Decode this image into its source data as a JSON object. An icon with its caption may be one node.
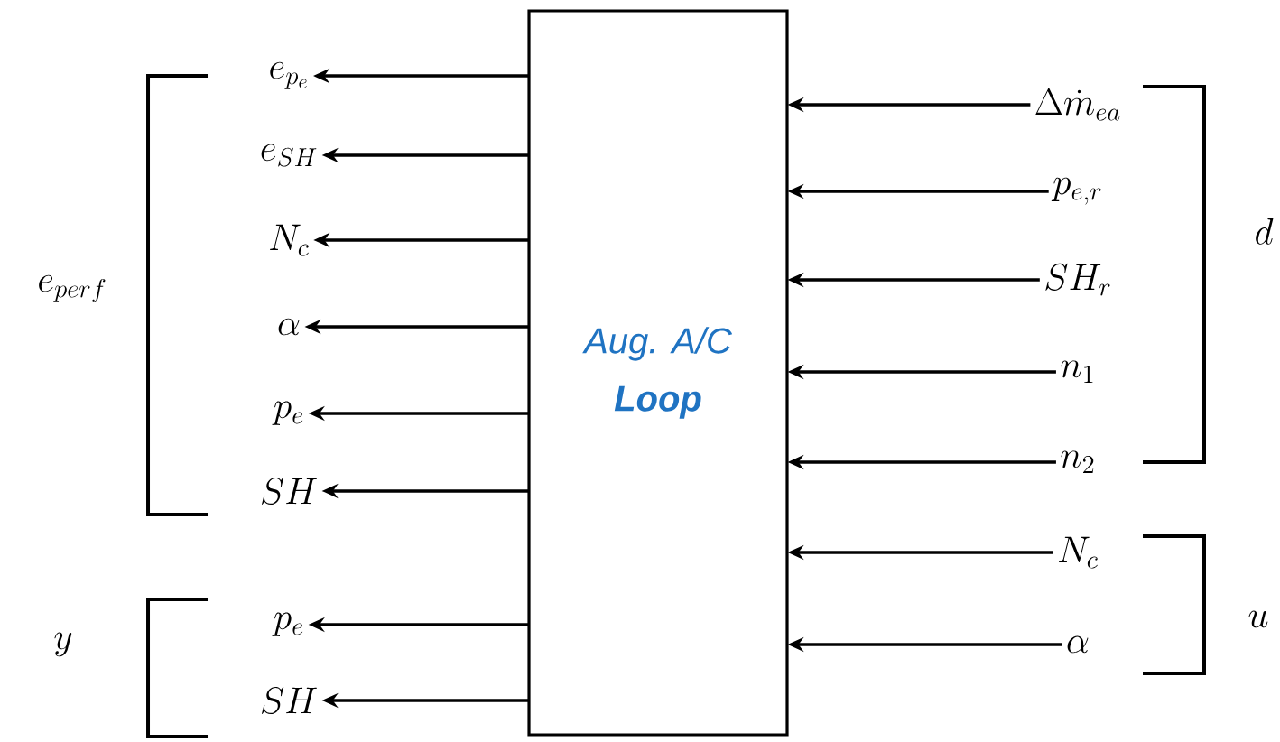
{
  "diagram": {
    "nodes": [
      {
        "text": [
          "Aug. A/C **Loop**"
        ]
      },
      {
        "text": [
          "e_{p_e}"
        ]
      },
      {
        "text": [
          "e_{SH}"
        ]
      },
      {
        "text": [
          "N_c"
        ]
      },
      {
        "text": [
          "\\alpha"
        ]
      },
      {
        "text": [
          "p_e"
        ]
      },
      {
        "text": [
          "SH"
        ]
      },
      {
        "text": [
          "p_e"
        ]
      },
      {
        "text": [
          "SH"
        ]
      },
      {
        "text": [
          "\\Delta\\dot{m}_{ea}"
        ]
      },
      {
        "text": [
          "p_{e,r}"
        ]
      },
      {
        "text": [
          "SH_r"
        ]
      },
      {
        "text": [
          "n_1"
        ]
      },
      {
        "text": [
          "n_2"
        ]
      },
      {
        "text": [
          "N_c"
        ]
      },
      {
        "text": [
          "\\alpha"
        ]
      }
    ],
    "edges": [
      {
        "from": 0,
        "to": 1,
        "arrow": "to"
      },
      {
        "from": 0,
        "to": 2,
        "arrow": "to"
      },
      {
        "from": 0,
        "to": 3,
        "arrow": "to"
      },
      {
        "from": 0,
        "to": 4,
        "arrow": "to"
      },
      {
        "from": 0,
        "to": 5,
        "arrow": "to"
      },
      {
        "from": 0,
        "to": 6,
        "arrow": "to"
      },
      {
        "from": 0,
        "to": 7,
        "arrow": "to"
      },
      {
        "from": 0,
        "to": 8,
        "arrow": "to"
      },
      {
        "from": 9,
        "to": 0,
        "arrow": "to"
      },
      {
        "from": 10,
        "to": 0,
        "arrow": "to"
      },
      {
        "from": 11,
        "to": 0,
        "arrow": "to"
      },
      {
        "from": 12,
        "to": 0,
        "arrow": "to"
      },
      {
        "from": 13,
        "to": 0,
        "arrow": "to"
      },
      {
        "from": 14,
        "to": 0,
        "arrow": "to"
      },
      {
        "from": 15,
        "to": 0,
        "arrow": "to"
      }
    ],
    "labels": [
      "e_{perf}",
      "y",
      "d",
      "u"
    ]
  }
}
